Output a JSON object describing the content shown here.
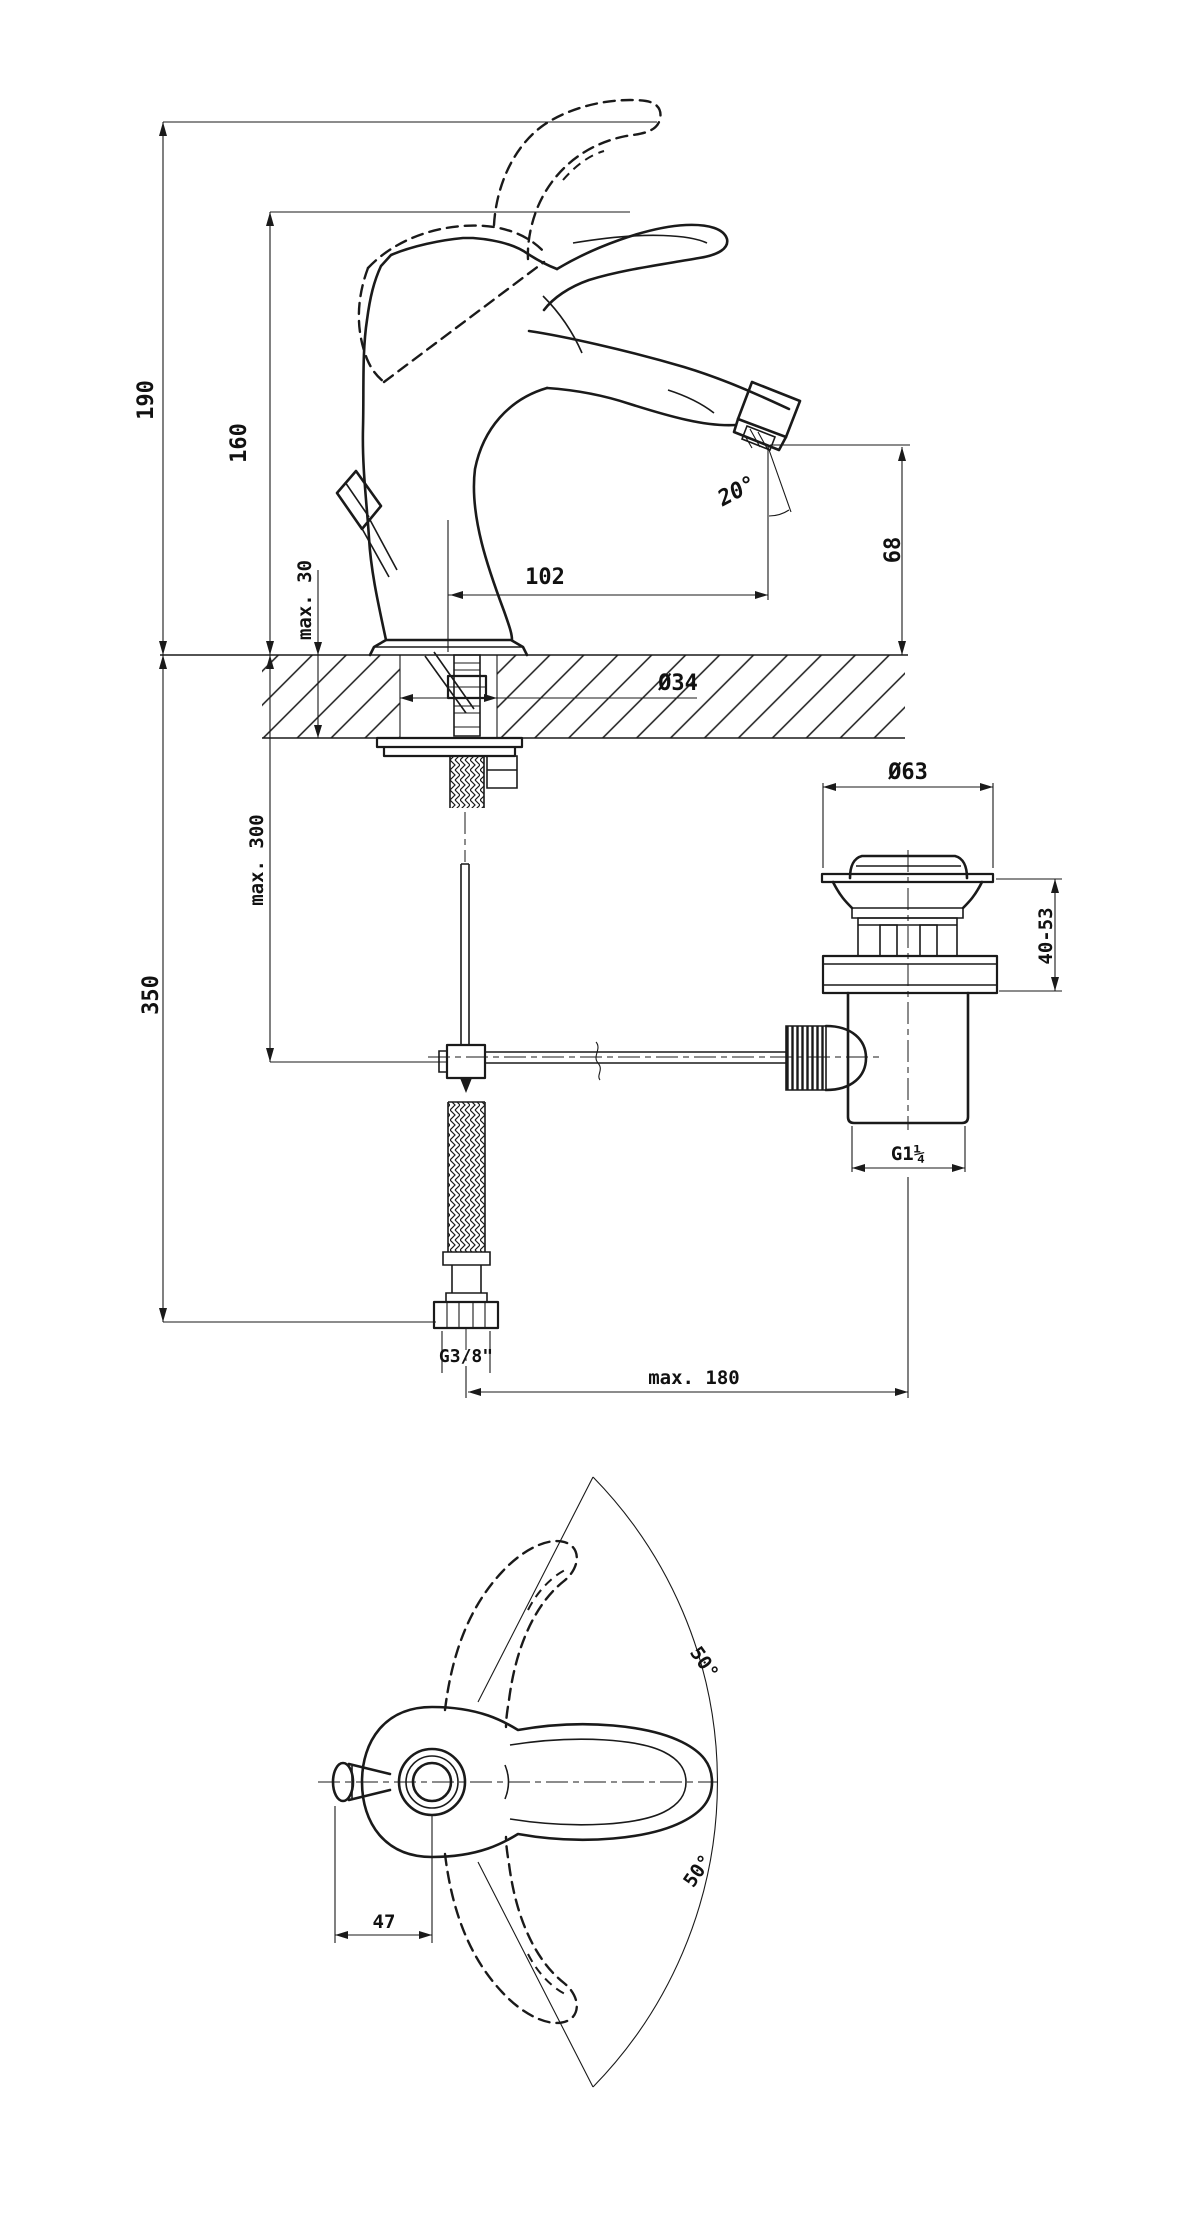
{
  "meta": {
    "background": "#ffffff",
    "ink": "#1a1a1a",
    "drawing_type": "technical installation drawing of single-lever basin mixer tap with pop-up waste"
  },
  "dims": {
    "h190": "190",
    "h160": "160",
    "deck30": "max. 30",
    "drop300": "max. 300",
    "h350": "350",
    "reach102": "102",
    "h68": "68",
    "angle20": "20°",
    "hole34": "Ø34",
    "waste63": "Ø63",
    "waste_range": "40-53",
    "waste_thread": "G1¼",
    "supply_thread": "G3/8\"",
    "offset180": "max. 180",
    "handle47": "47",
    "swing_upper": "50°",
    "swing_lower": "50°"
  }
}
